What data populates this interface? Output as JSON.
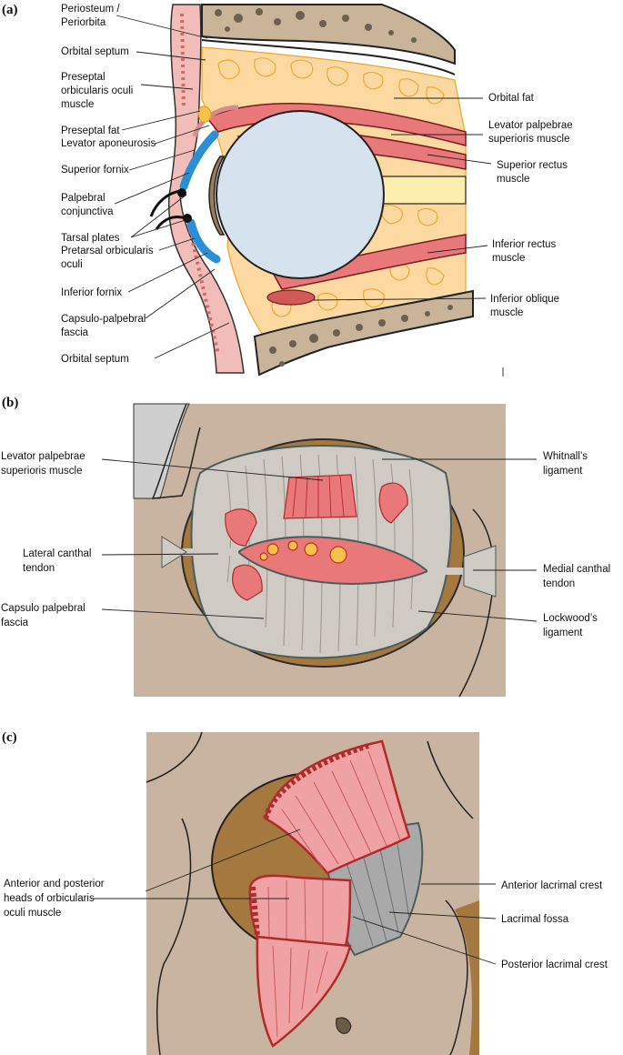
{
  "panels": {
    "a": {
      "tag": "(a)",
      "labels_left": [
        "Periosteum /",
        "Periorbita",
        "Orbital septum",
        "Preseptal",
        "orbicularis oculi",
        "muscle",
        "Preseptal fat",
        "Levator aponeurosis",
        "Superior fornix",
        "Palpebral",
        "conjunctiva",
        "Tarsal plates",
        "Pretarsal orbicularis",
        "oculi",
        "Inferior fornix",
        "Capsulo-palpebral",
        "fascia",
        "Orbital septum"
      ],
      "labels_right": [
        "Orbital fat",
        "Levator palpebrae",
        "superioris muscle",
        "Superior rectus",
        "muscle",
        "Inferior rectus",
        "muscle",
        "Inferior oblique",
        "muscle"
      ]
    },
    "b": {
      "tag": "(b)",
      "labels_left": [
        "Levator palpebrae",
        "superioris muscle",
        "Lateral canthal",
        "tendon",
        "Capsulo palpebral",
        "fascia"
      ],
      "labels_right": [
        "Whitnall’s",
        "ligament",
        "Medial canthal",
        "tendon",
        "Lockwood’s",
        "ligament"
      ]
    },
    "c": {
      "tag": "(c)",
      "labels_left": [
        "Anterior and posterior",
        "heads of orbicularis",
        "oculi muscle"
      ],
      "labels_right": [
        "Anterior lacrimal crest",
        "Lacrimal fossa",
        "Posterior lacrimal crest"
      ]
    }
  },
  "colors": {
    "skin": "#f2bcb8",
    "fat": "#fbd9a0",
    "fat_outline": "#f0a42c",
    "muscle": "#e9787a",
    "muscle_dark": "#b22a2a",
    "globe": "#d6e2ee",
    "conjunctiva": "#2b8fd6",
    "bone": "#c9b49a",
    "tissue_bg": "#c8b4a0",
    "socket": "#a4783f",
    "fascia": "#cfcac3",
    "fascia_outline": "#4a5d5c",
    "optic_nerve": "#fbeeae"
  }
}
